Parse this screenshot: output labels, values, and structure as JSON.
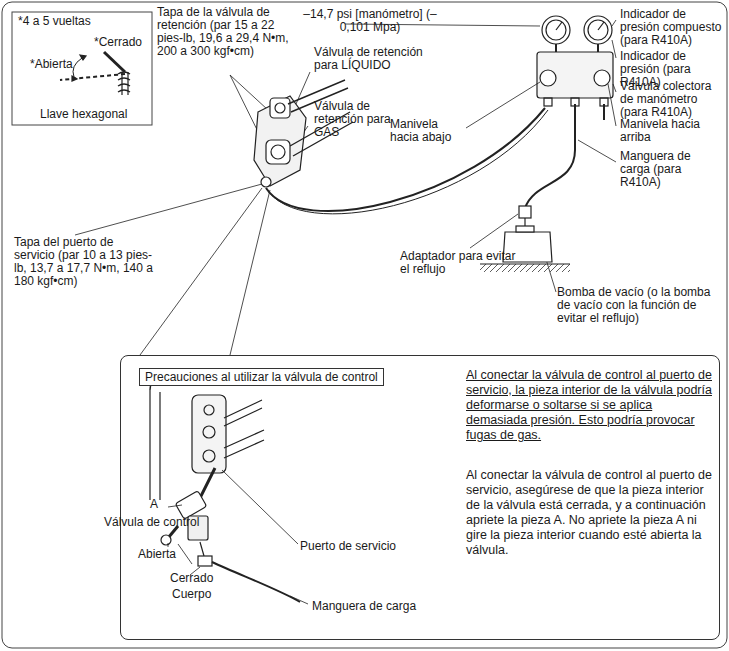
{
  "diagram": {
    "nodes": [
      {
        "text": [
          "*4 a 5 vueltas",
          "*Cerrado",
          "*Abierta",
          "Llave hexagonal"
        ]
      },
      {
        "text": [
          "Al conectar la válvula de control al puerto de servicio, la pieza interior de la válvula podría deformarse o soltarse si se aplica demasiada presión. Esto podría provocar fugas de gas.",
          "Al conectar la válvula de control al puerto de servicio, asegúrese de que la pieza interior de la válvula está cerrada, y a continuación apriete la pieza A. No apriete la pieza A ni gire la pieza interior cuando esté abierta la válvula."
        ]
      },
      {
        "text": [
          "Precauciones al utilizar la válvula de control"
        ],
        "in": 1
      }
    ],
    "labels": [
      "Tapa de la válvula de retención (par 15 a 22 pies-lb, 19,6 a 29,4 N•m, 200 a 300 kgf•cm)",
      "–14,7 psi [manómetro] (–0,101 Mpa)",
      "Indicador de presión compuesto (para R410A)",
      "Indicador de presión (para R410A)",
      "Válvula de retención para LÍQUIDO",
      "Válvula colectora de manómetro (para R410A)",
      "Manivela hacia abajo",
      "Válvula de retención para GAS",
      "Manivela hacia arriba",
      "Manguera de carga (para R410A)",
      "Tapa del puerto de servicio (par 10 a 13 pies-lb, 13,7 a 17,7 N•m, 140 a 180 kgf•cm)",
      "Adaptador para evitar el reflujo",
      "Bomba de vacío (o la bomba de vacío con la función de evitar el reflujo)",
      "A",
      "Válvula de control",
      "Abierta",
      "Cerrado",
      "Cuerpo",
      "Puerto de servicio",
      "Manguera de carga"
    ]
  }
}
